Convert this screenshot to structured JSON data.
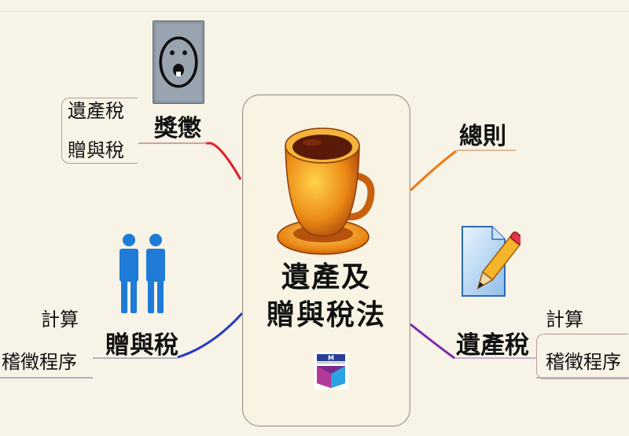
{
  "center": {
    "title_line1": "遺產及",
    "title_line2": "贈與稅法"
  },
  "branches": {
    "penalty": {
      "label": "獎懲",
      "subs": [
        "遺產稅",
        "贈與稅"
      ]
    },
    "gift_tax": {
      "label": "贈與稅",
      "subs": [
        "計算",
        "稽徵程序"
      ]
    },
    "general": {
      "label": "總則"
    },
    "estate_tax": {
      "label": "遺產稅",
      "subs": [
        "計算",
        "稽徵程序"
      ]
    }
  },
  "colors": {
    "red_branch": "#e2202a",
    "blue_branch": "#2638c4",
    "orange_branch": "#f07a16",
    "purple_branch": "#7a2aa8"
  }
}
